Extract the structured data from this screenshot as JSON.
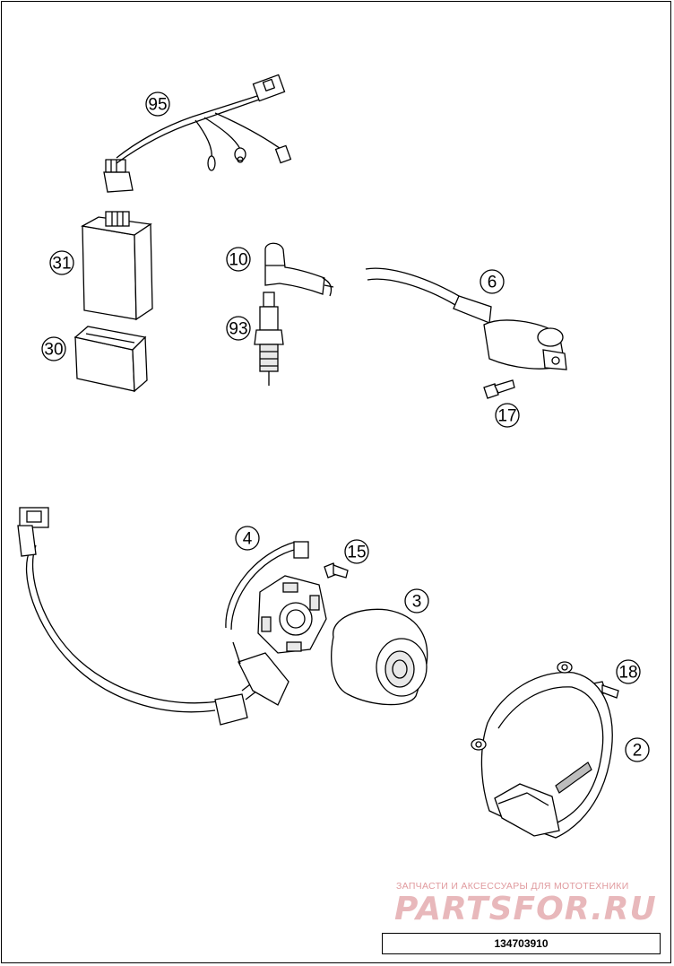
{
  "callouts": {
    "c95": "95",
    "c31": "31",
    "c30": "30",
    "c10": "10",
    "c93": "93",
    "c6": "6",
    "c17": "17",
    "c4": "4",
    "c15": "15",
    "c3": "3",
    "c18": "18",
    "c2": "2"
  },
  "watermark": {
    "line1": "ЗАПЧАСТИ И АКСЕССУАРЫ ДЛЯ МОТОТЕХНИКИ",
    "line2": "PARTSFOR.RU",
    "colors": {
      "text": "#e09a9e",
      "logo": "#e8b8bb"
    }
  },
  "diagram_code": "134703910"
}
